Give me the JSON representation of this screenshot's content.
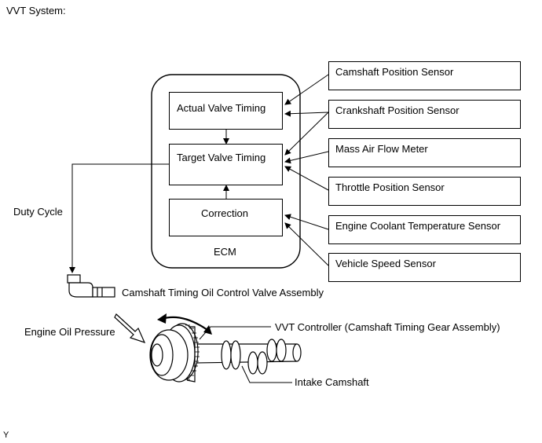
{
  "title": "VVT System:",
  "ecm": {
    "label": "ECM",
    "boxes": {
      "actual": "Actual Valve Timing",
      "target": "Target Valve Timing",
      "correction": "Correction"
    }
  },
  "sensors": [
    "Camshaft Position Sensor",
    "Crankshaft Position Sensor",
    "Mass Air Flow Meter",
    "Throttle Position Sensor",
    "Engine Coolant Temperature Sensor",
    "Vehicle Speed Sensor"
  ],
  "labels": {
    "duty_cycle": "Duty Cycle",
    "ocv": "Camshaft Timing Oil Control Valve Assembly",
    "oil_pressure": "Engine Oil Pressure",
    "vvt_controller": "VVT Controller (Camshaft Timing Gear Assembly)",
    "intake_camshaft": "Intake Camshaft"
  },
  "footer": "Y"
}
